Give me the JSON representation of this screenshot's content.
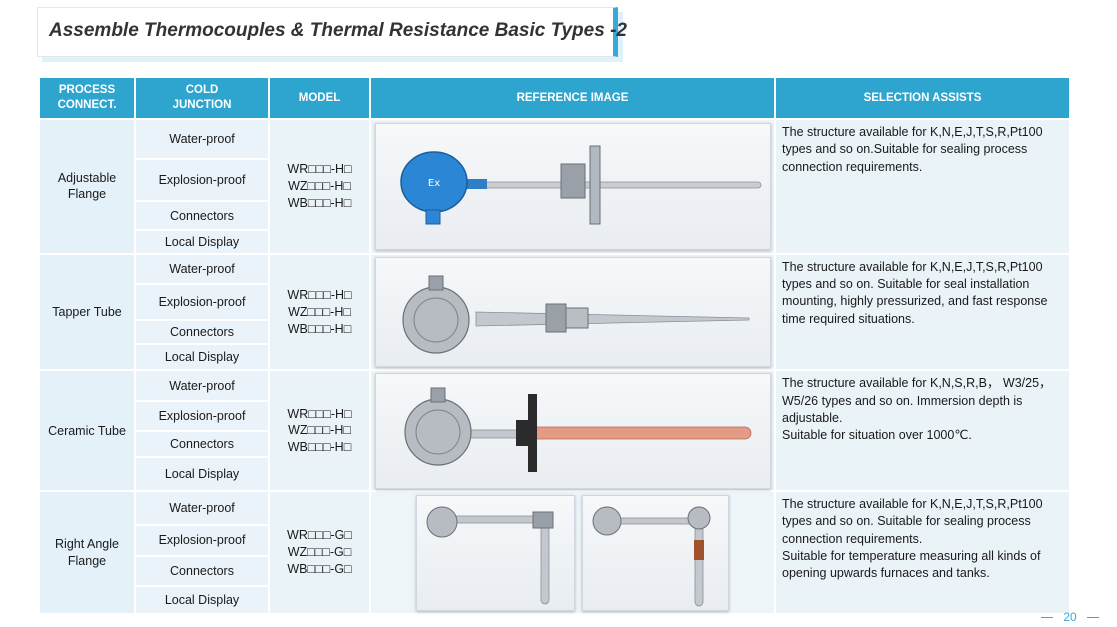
{
  "title": "Assemble Thermocouples & Thermal Resistance Basic Types -2",
  "headers": {
    "process": "PROCESS CONNECT.",
    "cold": "COLD JUNCTION",
    "model": "MODEL",
    "ref": "REFERENCE IMAGE",
    "sel": "SELECTION ASSISTS"
  },
  "rows": [
    {
      "process": "Adjustable Flange",
      "cold": [
        "Water-proof",
        "Explosion-proof",
        "Connectors",
        "Local Display"
      ],
      "models": [
        "WR□□□-H□",
        "WZ□□□-H□",
        "WB□□□-H□"
      ],
      "selection": [
        "The structure available for K,N,E,J,T,S,R,Pt100 types and so on.Suitable for sealing process connection requirements."
      ]
    },
    {
      "process": "Tapper Tube",
      "cold": [
        "Water-proof",
        "Explosion-proof",
        "Connectors",
        "Local Display"
      ],
      "models": [
        "WR□□□-H□",
        "WZ□□□-H□",
        "WB□□□-H□"
      ],
      "selection": [
        "The structure available for K,N,E,J,T,S,R,Pt100 types and so on. Suitable for seal installation mounting, highly pressurized, and fast response time required situations."
      ]
    },
    {
      "process": "Ceramic Tube",
      "cold": [
        "Water-proof",
        "Explosion-proof",
        "Connectors",
        "Local Display"
      ],
      "models": [
        "WR□□□-H□",
        "WZ□□□-H□",
        "WB□□□-H□"
      ],
      "selection": [
        "The structure available for K,N,S,R,B， W3/25，W5/26 types and so on. Immersion depth is adjustable.",
        "Suitable for situation over 1000℃."
      ]
    },
    {
      "process": "Right Angle Flange",
      "cold": [
        "Water-proof",
        "Explosion-proof",
        "Connectors",
        "Local Display"
      ],
      "models": [
        "WR□□□-G□",
        "WZ□□□-G□",
        "WB□□□-G□"
      ],
      "selection": [
        "The structure available for K,N,E,J,T,S,R,Pt100 types and so on. Suitable for sealing process connection requirements.",
        "Suitable for temperature measuring all kinds of opening upwards furnaces and tanks."
      ]
    }
  ],
  "page_number": "20",
  "colors": {
    "header": "#2ea5cf",
    "cell": "#e4f1f8",
    "accent": "#39a9d8"
  }
}
